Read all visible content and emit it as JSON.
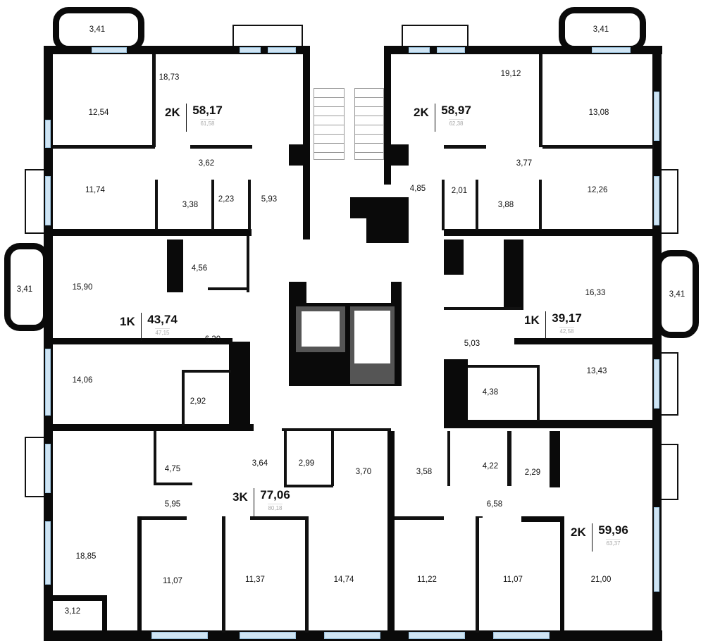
{
  "rooms": [
    "3,41",
    "18,73",
    "12,54",
    "19,12",
    "13,08",
    "3,41",
    "3,62",
    "11,74",
    "3,38",
    "2,23",
    "5,93",
    "4,85",
    "2,01",
    "3,88",
    "3,77",
    "12,26",
    "3,41",
    "15,90",
    "4,56",
    "16,33",
    "3,41",
    "6,30",
    "5,03",
    "14,06",
    "13,43",
    "2,92",
    "4,38",
    "4,75",
    "3,64",
    "2,99",
    "3,70",
    "3,58",
    "4,22",
    "2,29",
    "5,95",
    "6,58",
    "18,85",
    "11,07",
    "11,37",
    "14,74",
    "11,22",
    "11,07",
    "21,00",
    "3,12"
  ],
  "apartments": [
    {
      "type": "2K",
      "area": "58,17",
      "total": "61,58"
    },
    {
      "type": "2K",
      "area": "58,97",
      "total": "62,38"
    },
    {
      "type": "1K",
      "area": "43,74",
      "total": "47,15"
    },
    {
      "type": "1K",
      "area": "39,17",
      "total": "42,58"
    },
    {
      "type": "3K",
      "area": "77,06",
      "total": "80,18"
    },
    {
      "type": "2K",
      "area": "59,96",
      "total": "63,37"
    }
  ],
  "colors": {
    "wall": "#0a0a0a",
    "window": "#cfe4f3",
    "elevator": "#555555"
  }
}
